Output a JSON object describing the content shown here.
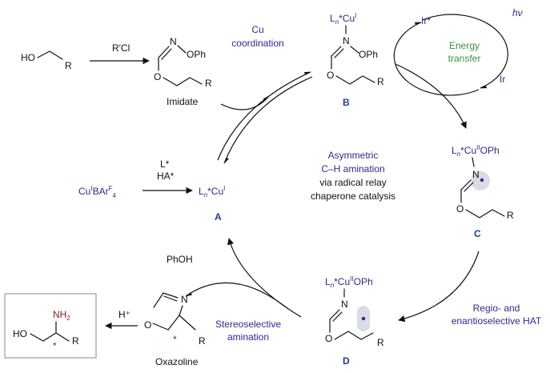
{
  "reagents": {
    "step1": "R′Cl",
    "ligand": "L*",
    "acid": "HA*",
    "hplus": "H⁺",
    "phoh": "PhOH",
    "hv": "hν"
  },
  "labels": {
    "imidate": "Imidate",
    "oxazoline": "Oxazoline",
    "A": "A",
    "B": "B",
    "C": "C",
    "D": "D"
  },
  "steps": {
    "cu_coord_1": "Cu",
    "cu_coord_2": "coordination",
    "energy_1": "Energy",
    "energy_2": "transfer",
    "hat_1": "Regio- and",
    "hat_2": "enantioselective HAT",
    "stereo_1": "Stereoselective",
    "stereo_2": "amination"
  },
  "center": {
    "line1": "Asymmetric",
    "line2": "C–H amination",
    "line3": "via radical relay",
    "line4": "chaperone catalysis"
  },
  "atoms": {
    "HO": "HO",
    "R": "R",
    "N": "N",
    "O": "O",
    "OPh": "OPh",
    "Ir_star": "Ir*",
    "Ir": "Ir",
    "NH2": "NH",
    "two": "2",
    "star": "*"
  },
  "cu_species": {
    "A_main": "L",
    "A_n": "n",
    "A_rest": "*Cu",
    "A_ox": "I",
    "B_main": "L",
    "B_n": "n",
    "B_rest": "*Cu",
    "B_ox": "I",
    "C_main": "L",
    "C_n": "n",
    "C_rest": "*Cu",
    "C_ox": "II",
    "C_tail": "OPh",
    "D_main": "L",
    "D_n": "n",
    "D_rest": "*Cu",
    "D_ox": "II",
    "D_tail": "OPh",
    "precursor_main": "Cu",
    "precursor_ox": "I",
    "precursor_rest": "BAr",
    "precursor_F": "F",
    "precursor_4": "4"
  },
  "colors": {
    "catalyst_text": "#2b2b8c",
    "energy_text": "#3c8f3c",
    "compound_label": "#1f3f8f",
    "nh2": "#8b1a1a",
    "radical_highlight": "#d9dce3"
  }
}
